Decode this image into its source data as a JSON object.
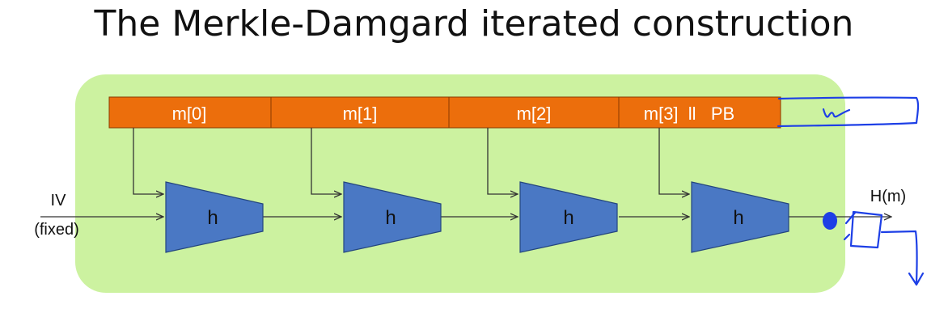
{
  "slide": {
    "title": "The Merkle-Damgard iterated construction"
  },
  "diagram": {
    "message_blocks": [
      "m[0]",
      "m[1]",
      "m[2]",
      "m[3]  ll   PB"
    ],
    "compression_label": "h",
    "iv_label": "IV",
    "iv_note": "(fixed)",
    "output_label": "H(m)",
    "colors": {
      "background_panel": "#ccf2a0",
      "message_bar": "#ec6e0c",
      "compression_box": "#4a78c4",
      "ink": "#1d3fe6"
    }
  },
  "annotations": {
    "handwritten_mark": "w"
  }
}
